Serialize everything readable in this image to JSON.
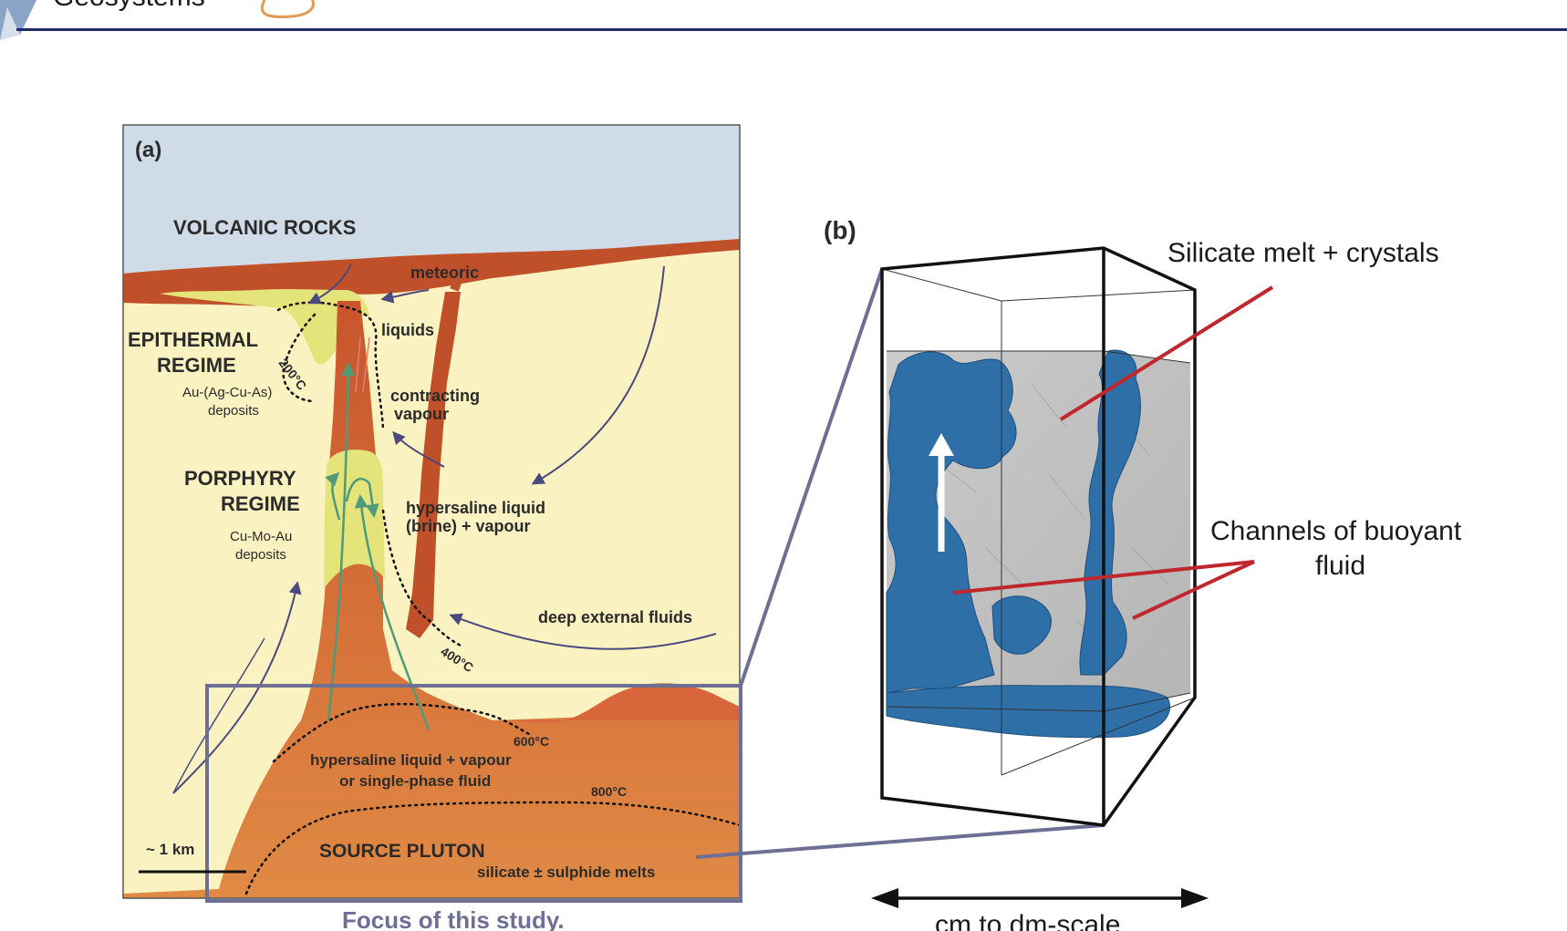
{
  "header": {
    "journal_name": "Geosystems",
    "rule_color": "#1c2a6b"
  },
  "panel_a": {
    "tag": "(a)",
    "volcanic_rocks": "VOLCANIC ROCKS",
    "meteoric": "meteoric",
    "liquids": "liquids",
    "epithermal_1": "EPITHERMAL",
    "epithermal_2": "REGIME",
    "epithermal_dep_1": "Au-(Ag-Cu-As)",
    "epithermal_dep_2": "deposits",
    "contracting_1": "contracting",
    "contracting_2": "vapour",
    "porphyry_1": "PORPHYRY",
    "porphyry_2": "REGIME",
    "porphyry_dep_1": "Cu-Mo-Au",
    "porphyry_dep_2": "deposits",
    "brine_1": "hypersaline liquid",
    "brine_2": "(brine) + vapour",
    "deep_fluids": "deep external fluids",
    "iso_200": "200°C",
    "iso_400": "400°C",
    "iso_600": "600°C",
    "iso_800": "800°C",
    "lower_fluid_1": "hypersaline liquid + vapour",
    "lower_fluid_2": "or single-phase fluid",
    "source_pluton": "SOURCE PLUTON",
    "melts": "silicate ± sulphide melts",
    "scale": "~ 1 km",
    "focus": "Focus of this study."
  },
  "panel_b": {
    "tag": "(b)",
    "silicate_label": "Silicate melt + crystals",
    "channels_1": "Channels of buoyant",
    "channels_2": "fluid",
    "scale": "cm to dm-scale"
  },
  "colors": {
    "sky": "#cfdbe6",
    "host_rock": "#fbf2c2",
    "intrusion": "#c0502a",
    "epithermal_zone": "#e4e47a",
    "pluton": "#de7a3a",
    "focus_box": "#6e6f94",
    "fluid_channels": "#2e6fa8",
    "pointer": "#c0272d"
  }
}
